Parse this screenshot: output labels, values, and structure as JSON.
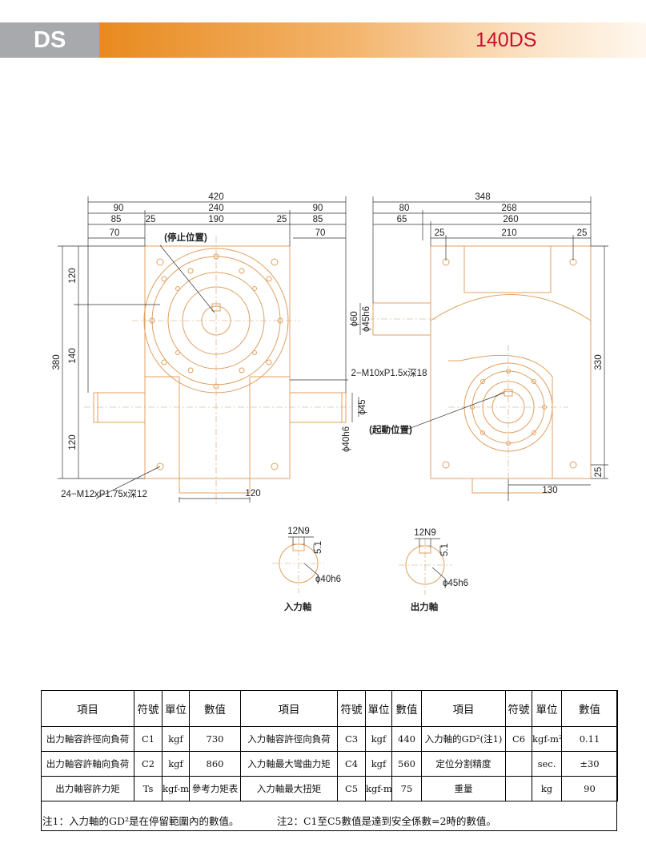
{
  "header": {
    "series": "DS",
    "model": "140DS"
  },
  "drawing": {
    "front": {
      "dim_420": "420",
      "dim_90a": "90",
      "dim_240": "240",
      "dim_90b": "90",
      "dim_85a": "85",
      "dim_25a": "25",
      "dim_190": "190",
      "dim_25b": "25",
      "dim_85b": "85",
      "dim_70a": "70",
      "dim_70b": "70",
      "stop_position": "(停止位置)",
      "dim_380": "380",
      "dim_120a": "120",
      "dim_140": "140",
      "dim_120b": "120",
      "thread_note": "2−M10xP1.5x深18",
      "phi45": "ϕ45",
      "phi40h6": "ϕ40h6",
      "start_position": "(起動位置)",
      "bolt_note": "24−M12xP1.75x深12",
      "dim_120c": "120"
    },
    "side": {
      "dim_348": "348",
      "dim_80": "80",
      "dim_268": "268",
      "dim_65": "65",
      "dim_260": "260",
      "dim_25a": "25",
      "dim_210": "210",
      "dim_25b": "25",
      "phi60": "ϕ60",
      "phi45h6": "ϕ45h6",
      "dim_330": "330",
      "dim_25c": "25",
      "dim_130": "130"
    },
    "shafts": {
      "input": {
        "key": "12N9",
        "depth": "5.1",
        "dia": "ϕ40h6",
        "label": "入力軸"
      },
      "output": {
        "key": "12N9",
        "depth": "5.1",
        "dia": "ϕ45h6",
        "label": "出力軸"
      }
    }
  },
  "spec_table": {
    "headers": [
      "項目",
      "符號",
      "單位",
      "數值",
      "項目",
      "符號",
      "單位",
      "數值",
      "項目",
      "符號",
      "單位",
      "數值"
    ],
    "rows": [
      [
        "出力軸容許徑向負荷",
        "C1",
        "kgf",
        "730",
        "入力軸容許徑向負荷",
        "C3",
        "kgf",
        "440",
        "入力軸的GD²(注1)",
        "C6",
        "kgf-m²",
        "0.11"
      ],
      [
        "出力軸容許軸向負荷",
        "C2",
        "kgf",
        "860",
        "入力軸最大彎曲力矩",
        "C4",
        "kgf",
        "560",
        "定位分割精度",
        "",
        "sec.",
        "±30"
      ],
      [
        "出力軸容許力矩",
        "Ts",
        "kgf-m",
        "參考力矩表",
        "入力軸最大扭矩",
        "C5",
        "kgf-m",
        "75",
        "重量",
        "",
        "kg",
        "90"
      ]
    ],
    "note1": "注1：入力軸的GD²是在停留範圍內的數值。",
    "note2": "注2：C1至C5數值是達到安全係數=2時的數值。"
  }
}
